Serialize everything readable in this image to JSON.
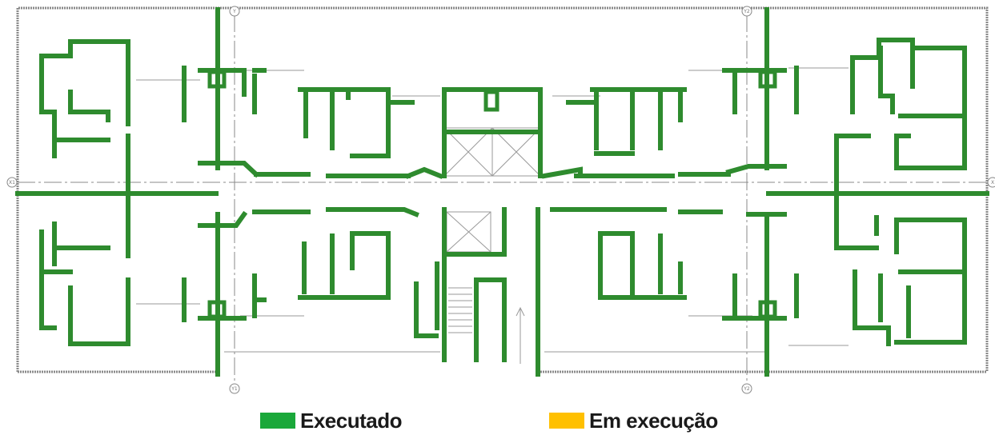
{
  "plan": {
    "axes": {
      "x_left": "X1",
      "x_right": "X",
      "y_top_left": "Y",
      "y_top_right": "Y2",
      "y_bottom_left": "Y1",
      "y_bottom_right": "Y2"
    },
    "status_colors": {
      "executed": "#2e8b2e",
      "in_progress": "#ffc000"
    },
    "walls_status": "executed"
  },
  "legend": {
    "items": [
      {
        "label": "Executado",
        "color": "#1aa83a"
      },
      {
        "label": "Em execução",
        "color": "#ffc000"
      }
    ]
  }
}
